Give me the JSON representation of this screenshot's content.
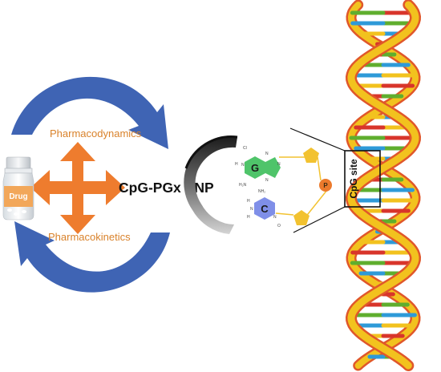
{
  "labels": {
    "pharmacodynamics": "Pharmacodynamics",
    "pharmacokinetics": "Pharmacokinetics",
    "center": "CpG-PGx SNP",
    "cpg_site": "CpG site",
    "drug": "Drug",
    "base_g": "G",
    "base_c": "C",
    "phosphate": "P",
    "g_atoms": [
      "Cl",
      "H",
      "N",
      "N",
      "N",
      "N",
      "H₂N"
    ],
    "c_atoms": [
      "NH₂",
      "H",
      "N",
      "H",
      "N",
      "O"
    ]
  },
  "colors": {
    "blue_arrow": "#3f64b4",
    "orange_cross": "#ee7c2e",
    "label_orange": "#d9822b",
    "guanine": "#4fc46a",
    "cytosine": "#7f8fe8",
    "sugar": "#f2c230",
    "phosphate": "#ec7a2c",
    "backbone_yellow": "#f2c21e",
    "backbone_orange": "#e0572a",
    "rung_colors": [
      "#d8352b",
      "#5fae2e",
      "#2e9ad8",
      "#f2c21e"
    ]
  },
  "icons": [
    "curved-arrow-icon",
    "cross-arrow-icon",
    "drug-bottle-icon",
    "ring-arrow-icon",
    "dna-helix-icon"
  ]
}
